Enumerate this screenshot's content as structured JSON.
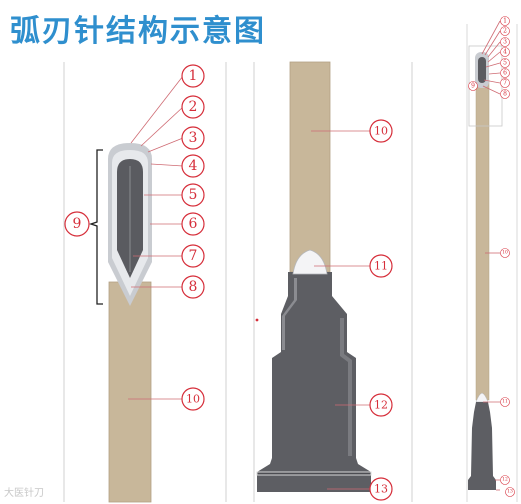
{
  "title": "弧刃针结构示意图",
  "watermark": "大医针刀",
  "colors": {
    "title": "#2f8fce",
    "shaft": "#c8b79a",
    "shaft_edge": "#b3a184",
    "bevel_outer": "#c9ccd1",
    "bevel_mid": "#e7e9ec",
    "tip_dark": "#5a5b60",
    "hub": "#5d5e63",
    "hub_shade": "#7a7b80",
    "label_red": "#d62e3a",
    "leader": "#cf6b73",
    "bracket": "#222222",
    "panel_line": "#d8d8d8"
  },
  "labels": {
    "l1": "1",
    "l2": "2",
    "l3": "3",
    "l4": "4",
    "l5": "5",
    "l6": "6",
    "l7": "7",
    "l8": "8",
    "l9": "9",
    "l10": "10",
    "l11": "11",
    "l12": "12",
    "l13": "13"
  }
}
